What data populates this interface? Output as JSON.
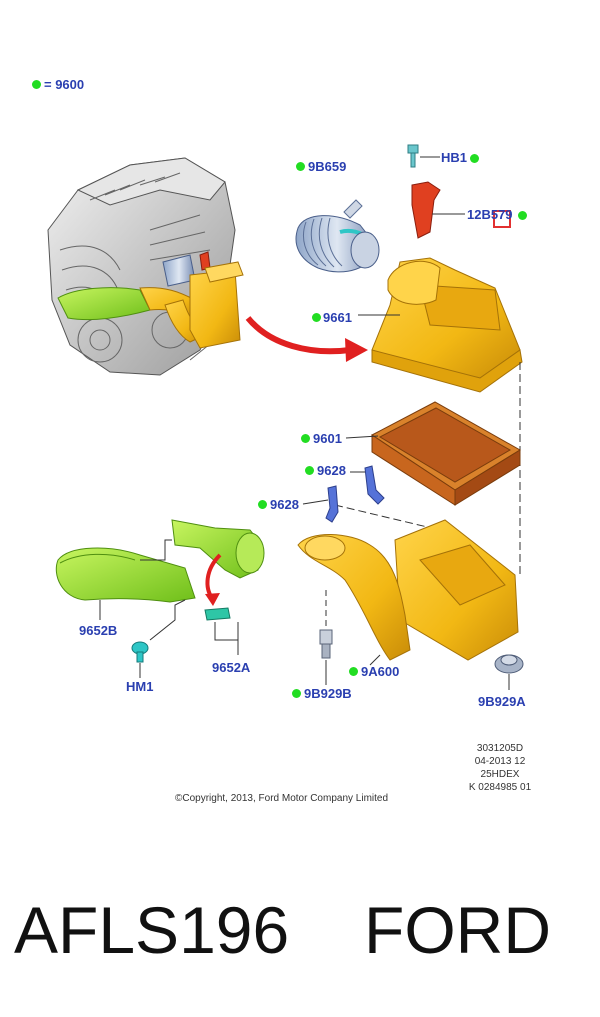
{
  "legend": {
    "text": "= 9600"
  },
  "labels": {
    "hb1": "HB1",
    "p9b659": "9B659",
    "p12b579": "12B579",
    "p9661": "9661",
    "p9601": "9601",
    "p9628a": "9628",
    "p9628b": "9628",
    "p9652b": "9652B",
    "hm1": "HM1",
    "p9652a": "9652A",
    "p9a600": "9A600",
    "p9b929b": "9B929B",
    "p9b929a": "9B929A"
  },
  "meta": {
    "line1": "3031205D",
    "line2": "04-2013 12",
    "line3": "25HDEX",
    "line4": "K 0284985 01"
  },
  "copyright": "©Copyright, 2013, Ford Motor Company Limited",
  "caption": {
    "part": "AFLS196",
    "brand": "FORD"
  },
  "colors": {
    "label": "#2a3fb0",
    "dot": "#22dd22",
    "housing": "#f2b814",
    "green_duct": "#9be82e",
    "filter": "#c8661e",
    "arrow": "#e02020",
    "bracket": "#5572d8"
  }
}
